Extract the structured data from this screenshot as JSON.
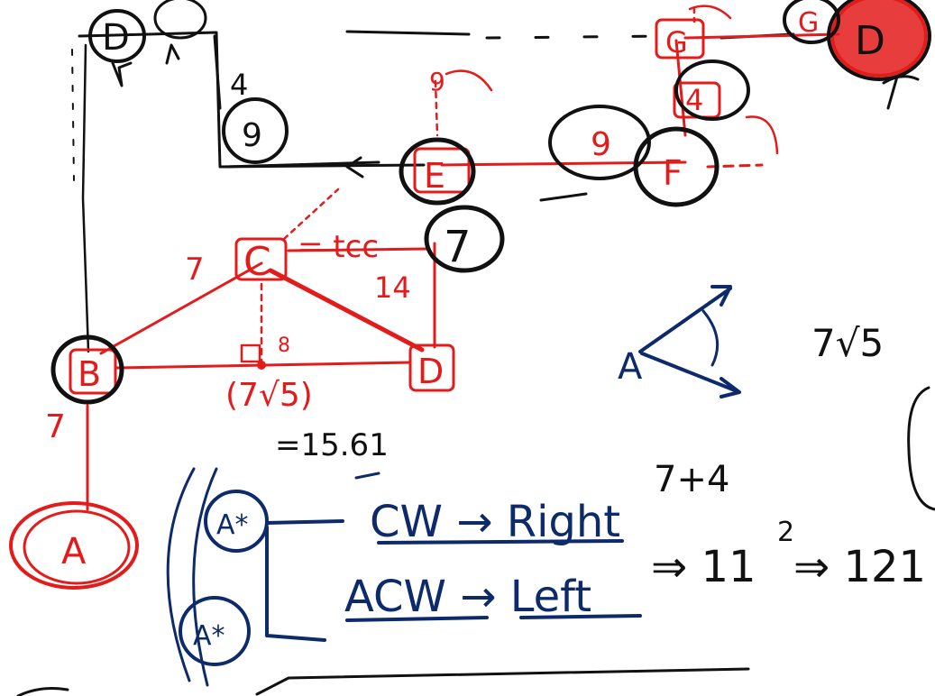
{
  "nodes": {
    "D_top": "D",
    "D_right": "D",
    "G_top": "G",
    "G_right": "G",
    "E": "E",
    "F_mid": "F",
    "F_right_mark": "F",
    "C": "C",
    "B": "B",
    "D_bottom": "D",
    "A": "A",
    "nine_left": "9",
    "nine_mid": "9",
    "four_right": "4",
    "seven_box": "7",
    "nine_dotted": "9"
  },
  "edge_labels": {
    "four_left": "4",
    "seven_bc": "7",
    "fourteen_cd": "14",
    "seven_ba": "7",
    "equals_tcc": "= tcc",
    "eight_mid": "8"
  },
  "notes": {
    "root": "(7√5)",
    "approx": "=15.61",
    "root_right": "7√5",
    "seven_plus": "7+4",
    "cw_rule": "CW → Right",
    "acw_rule": "ACW → Left",
    "power_a": "⇒ 11",
    "power_exp": "2",
    "power_b": "⇒ 121",
    "angle_label": "A",
    "star_top": "A*",
    "star_bottom": "A*"
  },
  "colors": {
    "red": "#e31b1b",
    "black": "#111111",
    "navy": "#0d2a6b"
  }
}
